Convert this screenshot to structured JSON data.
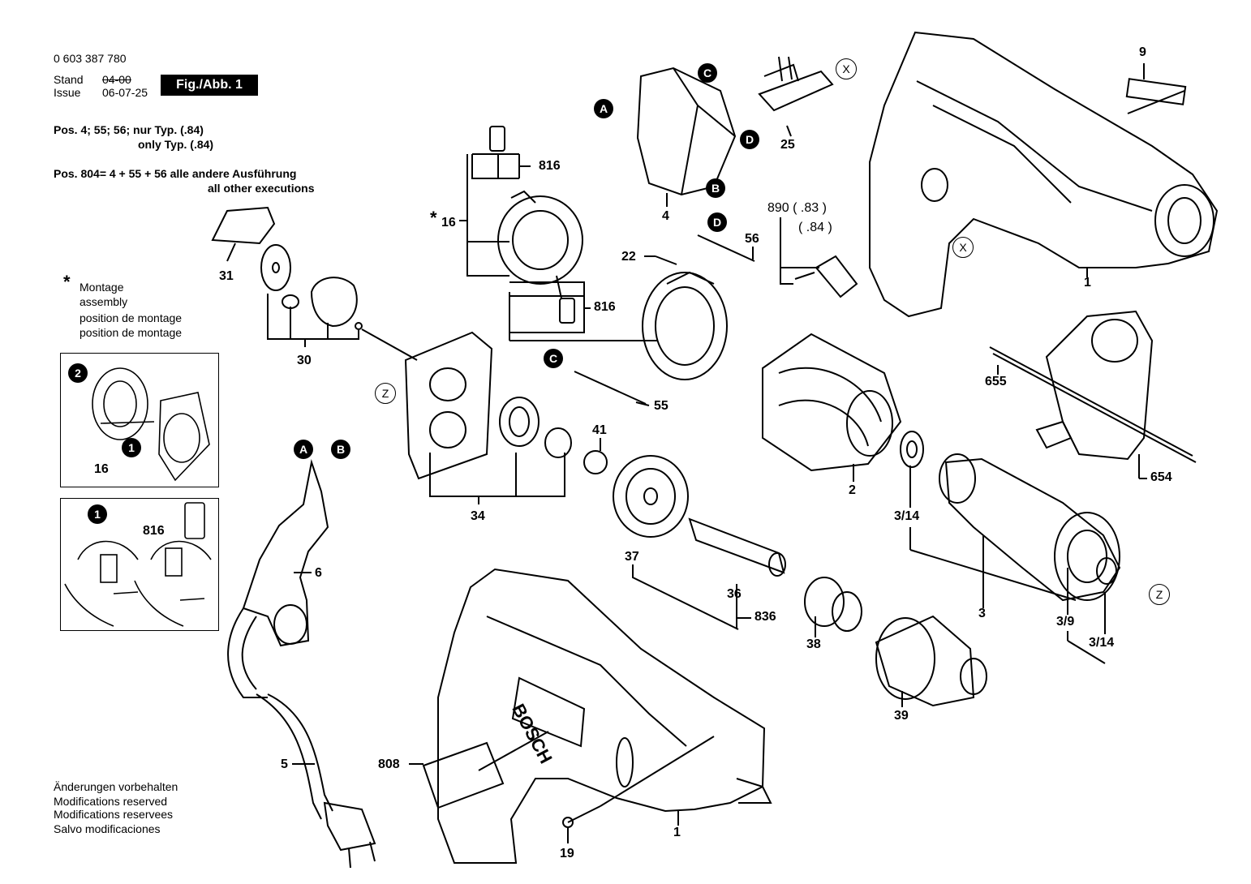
{
  "header": {
    "part_number": "0 603 387 780",
    "stand_label": "Stand",
    "issue_label": "Issue",
    "stand_value": "04-00",
    "issue_value": "06-07-25",
    "fig_label": "Fig./Abb. 1"
  },
  "notes": {
    "pos_line1": "Pos. 4; 55; 56; nur Typ.  (.84)",
    "pos_line2": "only Typ.  (.84)",
    "pos804_line1": "Pos. 804= 4 + 55 + 56 alle andere Ausführung",
    "pos804_line2": "all other executions"
  },
  "assembly_note": {
    "star": "*",
    "line1": "Montage",
    "line2": "assembly",
    "line3": "position de montage",
    "line4": "position de montage"
  },
  "footer": {
    "line1": "Änderungen vorbehalten",
    "line2": "Modifications reserved",
    "line3": "Modifications reservees",
    "line4": "Salvo modificaciones"
  },
  "part_labels": {
    "p9": "9",
    "p25": "25",
    "p4": "4",
    "p816a": "816",
    "p16": "16",
    "p16star": "*",
    "p816b": "816",
    "p31": "31",
    "p30": "30",
    "p22": "22",
    "p56": "56",
    "p890": "890 ( .83 )",
    "p890b": "( .84 )",
    "p1top": "1",
    "p55": "55",
    "p41": "41",
    "p34": "34",
    "p655": "655",
    "p654": "654",
    "p2": "2",
    "p314a": "3/14",
    "p37": "37",
    "p36": "36",
    "p836": "836",
    "p38": "38",
    "p39": "39",
    "p3": "3",
    "p39b": "3/9",
    "p314b": "3/14",
    "p6": "6",
    "p5": "5",
    "p808": "808",
    "p19": "19",
    "p1bottom": "1",
    "p16inset": "16",
    "p816inset": "816"
  },
  "markers": {
    "A1": "A",
    "B1": "B",
    "C1": "C",
    "D1": "D",
    "C2": "C",
    "D2": "D",
    "A2": "A",
    "B2": "B",
    "X1": "X",
    "X2": "X",
    "Z1": "Z",
    "Z2": "Z",
    "n1a": "1",
    "n2": "2",
    "n1b": "1"
  },
  "brand_text": "BOSCH"
}
